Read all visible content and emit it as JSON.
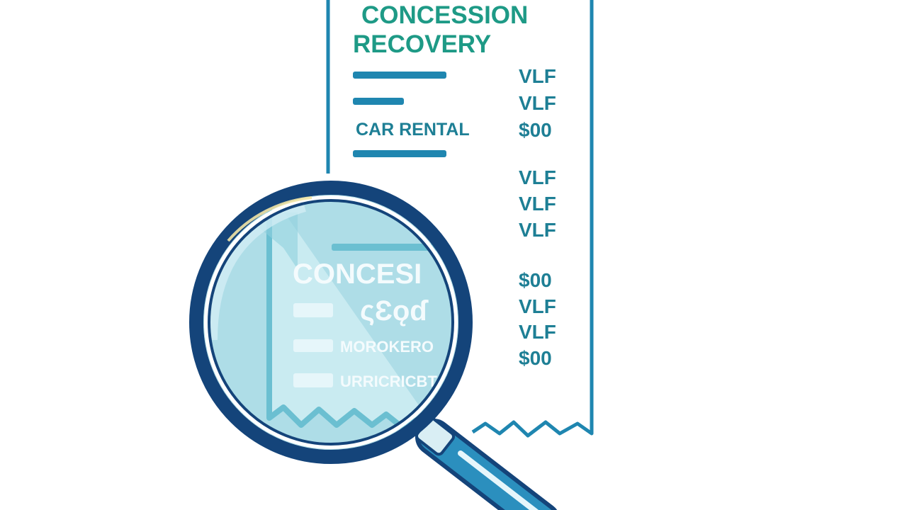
{
  "receipt": {
    "title_line1": "CONCESSION",
    "title_line2": "RECOVERY",
    "row_label_car_rental": "CAR RENTAL",
    "codes": [
      "VLF",
      "VLF",
      "$00",
      "VLF",
      "VLF",
      "VLF",
      "$00",
      "VLF",
      "VLF",
      "$00"
    ]
  },
  "magnified": {
    "title": "CONCESI",
    "glyphs": "ςƐǫɗ",
    "row1": "MOROKERO",
    "row2": "URRICRICBT"
  },
  "colors": {
    "title_teal": "#1e9a86",
    "accent_blue": "#1f86b0",
    "code_teal": "#1e7f95",
    "lens_ring": "#14447a",
    "lens_fill": "#aedde7",
    "handle": "#2b8fbe"
  },
  "icons": {
    "magnifier": "magnifying-glass-icon",
    "receipt": "receipt-icon"
  }
}
